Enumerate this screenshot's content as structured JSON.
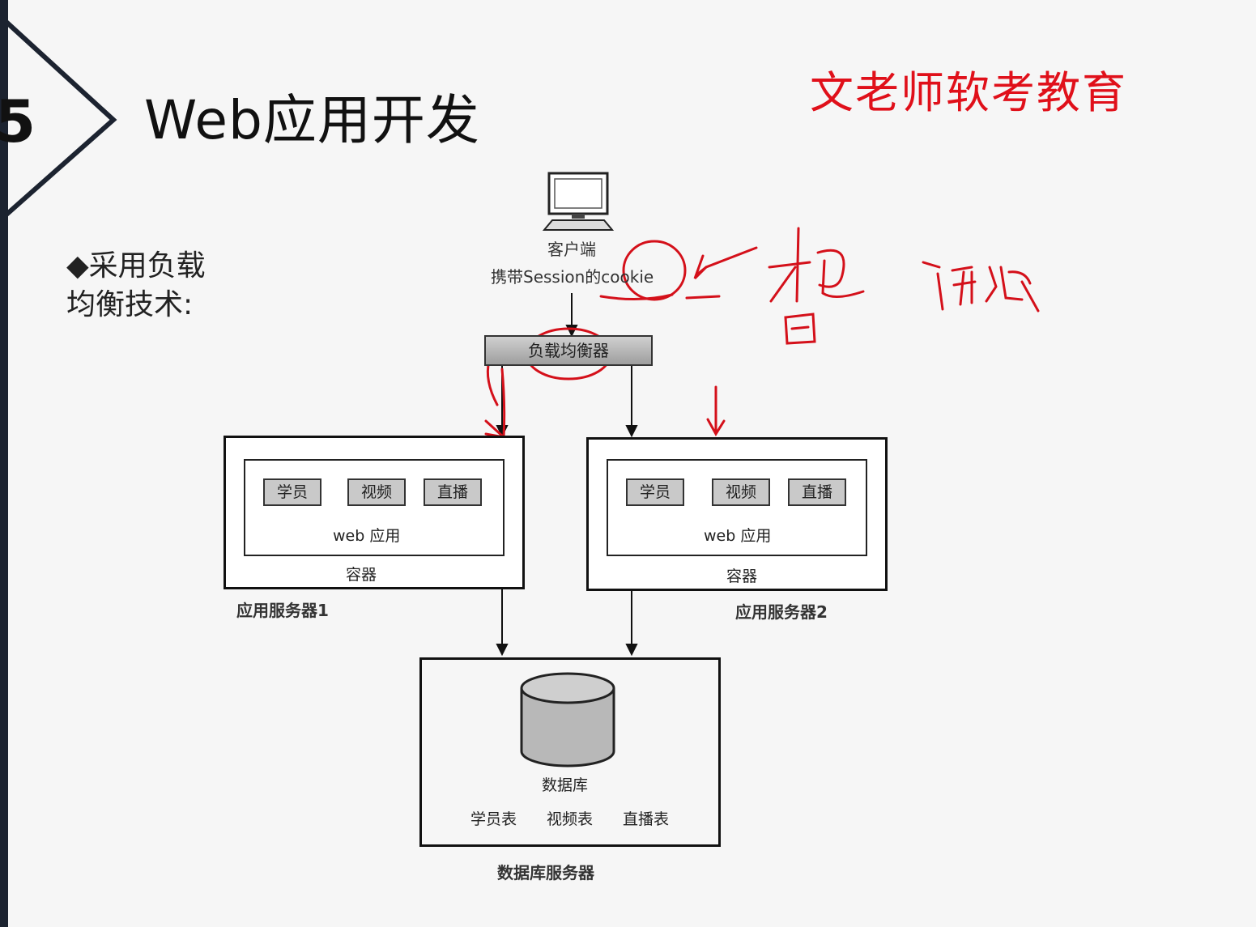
{
  "slide": {
    "section_number": "5",
    "title": "Web应用开发",
    "brand": "文老师软考教育",
    "bullet_text": "◆采用负载均衡技术:"
  },
  "diagram": {
    "client_label": "客户端",
    "client_note": "携带Session的cookie",
    "load_balancer": "负载均衡器",
    "servers": [
      {
        "name": "应用服务器1",
        "modules": [
          "学员",
          "视频",
          "直播"
        ],
        "app_label": "web 应用",
        "container_label": "容器"
      },
      {
        "name": "应用服务器2",
        "modules": [
          "学员",
          "视频",
          "直播"
        ],
        "app_label": "web 应用",
        "container_label": "容器"
      }
    ],
    "database": {
      "label": "数据库",
      "tables": [
        "学员表",
        "视频表",
        "直播表"
      ],
      "server_name": "数据库服务器"
    }
  },
  "colors": {
    "brand": "#e0101a",
    "annotation": "#d4101a",
    "sidebar": "#1c2330"
  }
}
